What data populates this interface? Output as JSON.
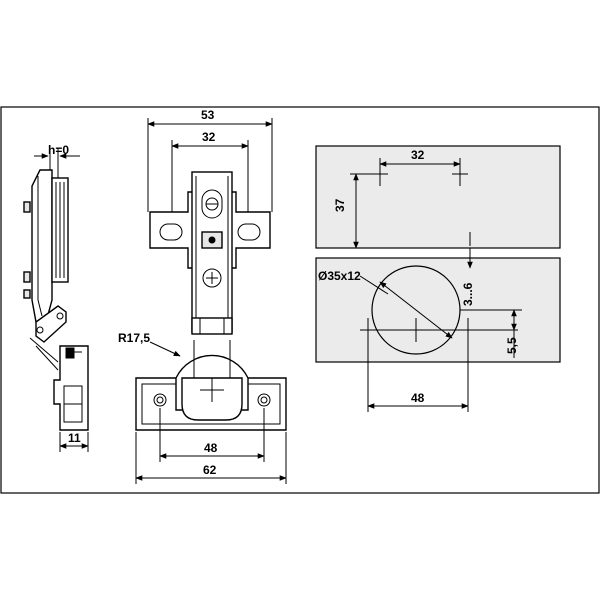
{
  "dimensions": {
    "side_gap": "h=0",
    "side_width": "11",
    "top_width": "53",
    "top_holes": "32",
    "radius": "R17,5",
    "base_holes": "48",
    "base_width": "62",
    "panel_holes": "32",
    "panel_height": "37",
    "cup_diameter": "Ø35x12",
    "edge_distance": "3...6",
    "cup_offset": "5,5",
    "cup_hole_spacing": "48"
  },
  "colors": {
    "line": "#000000",
    "panel_fill": "#ebebeb",
    "background": "#ffffff"
  }
}
